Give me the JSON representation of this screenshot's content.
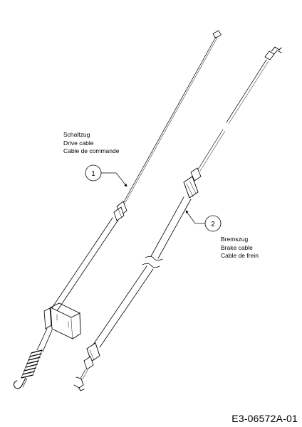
{
  "drive_cable": {
    "callout": "1",
    "label_de": "Schaltzug",
    "label_en": "Drive cable",
    "label_fr": "Cable de commande"
  },
  "brake_cable": {
    "callout": "2",
    "label_de": "Bremszug",
    "label_en": "Brake cable",
    "label_fr": "Cable de frein"
  },
  "drawing_number": "E3-06572A-01",
  "colors": {
    "line": "#000000",
    "background": "#ffffff"
  }
}
